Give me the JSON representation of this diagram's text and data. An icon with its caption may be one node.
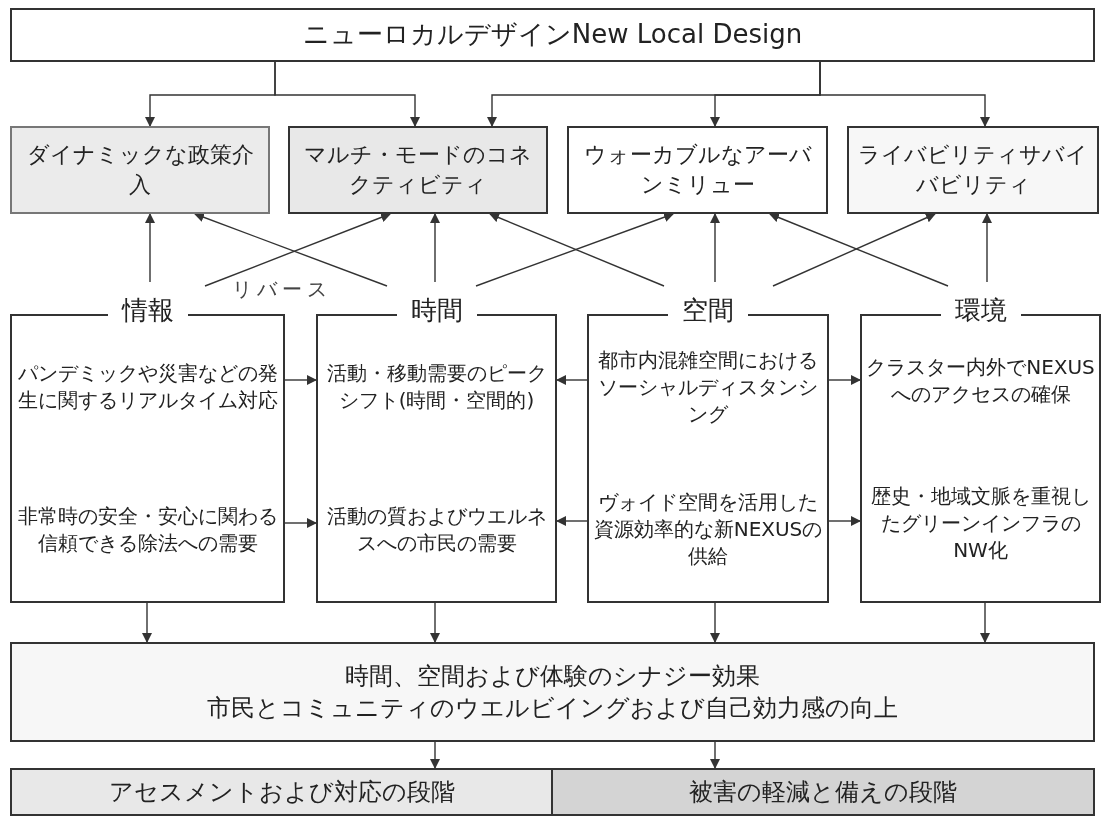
{
  "diagram": {
    "nodes": [
      {
        "text": [
          "ニューロカルデザインNew Local Design"
        ]
      },
      {
        "text": [
          "ダイナミックな政策介入"
        ]
      },
      {
        "text": [
          "マルチ・モードのコネクティビティ"
        ]
      },
      {
        "text": [
          "ウォーカブルなアーバンミリュー"
        ]
      },
      {
        "text": [
          "ライバビリティサバイバビリティ"
        ]
      },
      {
        "text": [
          "情報",
          "パンデミックや災害などの発生に関するリアルタイム対応",
          "非常時の安全・安心に関わる信頼できる除法への需要"
        ]
      },
      {
        "text": [
          "時間",
          "活動・移動需要のピークシフト(時間・空間的)",
          "活動の質およびウエルネスへの市民の需要"
        ]
      },
      {
        "text": [
          "空間",
          "都市内混雑空間におけるソーシャルディスタンシング",
          "ヴォイド空間を活用した資源効率的な新NEXUSの供給"
        ]
      },
      {
        "text": [
          "環境",
          "クラスター内外でNEXUSへのアクセスの確保",
          "歴史・地域文脈を重視したグリーンインフラのNW化"
        ]
      },
      {
        "text": [
          "時間、空間および体験のシナジー効果",
          "市民とコミュニティのウエルビイングおよび自己効力感の向上"
        ]
      },
      {
        "text": [
          "アセスメントおよび対応の段階"
        ]
      },
      {
        "text": [
          "被害の軽減と備えの段階"
        ]
      }
    ],
    "edges": [
      {
        "from": 0,
        "to": 1,
        "arrow": "to"
      },
      {
        "from": 0,
        "to": 2,
        "arrow": "to"
      },
      {
        "from": 0,
        "to": 2,
        "arrow": "to"
      },
      {
        "from": 0,
        "to": 3,
        "arrow": "to"
      },
      {
        "from": 0,
        "to": 4,
        "arrow": "to"
      },
      {
        "from": 5,
        "to": 1,
        "arrow": "to"
      },
      {
        "from": 5,
        "to": 2,
        "arrow": "to"
      },
      {
        "from": 6,
        "to": 1,
        "arrow": "to"
      },
      {
        "from": 6,
        "to": 2,
        "arrow": "to"
      },
      {
        "from": 6,
        "to": 3,
        "arrow": "to"
      },
      {
        "from": 7,
        "to": 2,
        "arrow": "to"
      },
      {
        "from": 7,
        "to": 3,
        "arrow": "to"
      },
      {
        "from": 7,
        "to": 4,
        "arrow": "to"
      },
      {
        "from": 8,
        "to": 3,
        "arrow": "to"
      },
      {
        "from": 8,
        "to": 4,
        "arrow": "to"
      },
      {
        "from": 5,
        "to": 6,
        "arrow": "to"
      },
      {
        "from": 5,
        "to": 6,
        "arrow": "to"
      },
      {
        "from": 7,
        "to": 6,
        "arrow": "to"
      },
      {
        "from": 7,
        "to": 6,
        "arrow": "to"
      },
      {
        "from": 7,
        "to": 8,
        "arrow": "to"
      },
      {
        "from": 7,
        "to": 8,
        "arrow": "to"
      },
      {
        "from": 5,
        "to": 9,
        "arrow": "to"
      },
      {
        "from": 6,
        "to": 9,
        "arrow": "to"
      },
      {
        "from": 7,
        "to": 9,
        "arrow": "to"
      },
      {
        "from": 8,
        "to": 9,
        "arrow": "to"
      },
      {
        "from": 9,
        "to": 10,
        "arrow": "to"
      },
      {
        "from": 9,
        "to": 11,
        "arrow": "to"
      }
    ],
    "labels": [
      "リバース"
    ]
  }
}
